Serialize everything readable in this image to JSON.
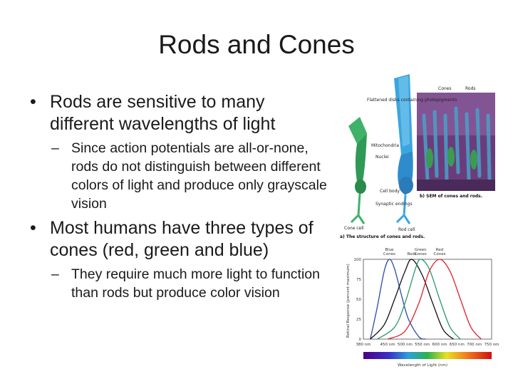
{
  "slide": {
    "title": "Rods and Cones",
    "bullets": [
      {
        "text": "Rods are sensitive to many different wavelengths of light",
        "sub": "Since action potentials are all-or-none, rods do not distinguish between different colors of light and produce only grayscale vision"
      },
      {
        "text": "Most humans have three types of cones (red, green and blue)",
        "sub": "They require much more light to function than rods but produce color vision"
      }
    ]
  },
  "figure": {
    "labels": {
      "cones": "Cones",
      "rods": "Rods",
      "disks": "Flattened disks containing photopigments",
      "mito": "Mitochondria",
      "nuclei": "Nuclei",
      "cellbody": "Cell body",
      "synaptic": "Synaptic endings",
      "conecell": "Cone cell",
      "rodcell": "Rod cell",
      "caption_b": "b) SEM of cones and rods.",
      "caption_a": "a) The structure of cones and rods."
    },
    "colors": {
      "cone": "#3fb26a",
      "rod": "#3aa6e0",
      "sem_bg": "#7a4a8a"
    }
  },
  "chart_data": {
    "type": "line",
    "xlabel": "Wavelength of Light (nm)",
    "ylabel": "Retinal Response (percent maximum)",
    "xlim": [
      380,
      750
    ],
    "ylim": [
      0,
      100
    ],
    "x_ticks": [
      "380 nm",
      "450 nm",
      "500 nm",
      "550 nm",
      "600 nm",
      "650 nm",
      "700 nm",
      "750 nm"
    ],
    "y_ticks": [
      0,
      25,
      50,
      75,
      100
    ],
    "series": [
      {
        "name": "Blue Cones",
        "color": "#2a4aa8",
        "x": [
          400,
          420,
          440,
          455,
          470,
          490,
          510,
          540,
          560
        ],
        "y": [
          0,
          40,
          85,
          100,
          88,
          55,
          25,
          3,
          0
        ]
      },
      {
        "name": "Rods",
        "color": "#111111",
        "x": [
          400,
          440,
          470,
          500,
          520,
          550,
          580,
          610,
          640
        ],
        "y": [
          0,
          18,
          50,
          85,
          100,
          80,
          45,
          12,
          0
        ]
      },
      {
        "name": "Green Cones",
        "color": "#2a9a6a",
        "x": [
          420,
          470,
          500,
          530,
          545,
          570,
          600,
          630,
          660
        ],
        "y": [
          0,
          15,
          45,
          88,
          100,
          88,
          50,
          15,
          0
        ]
      },
      {
        "name": "Red Cones",
        "color": "#e02030",
        "x": [
          450,
          500,
          540,
          570,
          600,
          630,
          660,
          690,
          720
        ],
        "y": [
          0,
          10,
          45,
          85,
          100,
          85,
          50,
          15,
          0
        ]
      }
    ]
  }
}
